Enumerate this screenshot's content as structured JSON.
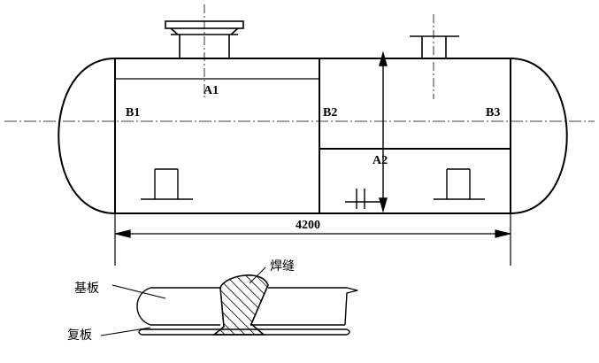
{
  "diagram": {
    "labels": {
      "a1": "A1",
      "a2": "A2",
      "b1": "B1",
      "b2": "B2",
      "b3": "B3",
      "length": "4200"
    },
    "detail": {
      "weld_seam": "焊缝",
      "base_plate": "基板",
      "clad_plate": "复板"
    },
    "colors": {
      "stroke": "#000000",
      "background": "#ffffff"
    }
  }
}
